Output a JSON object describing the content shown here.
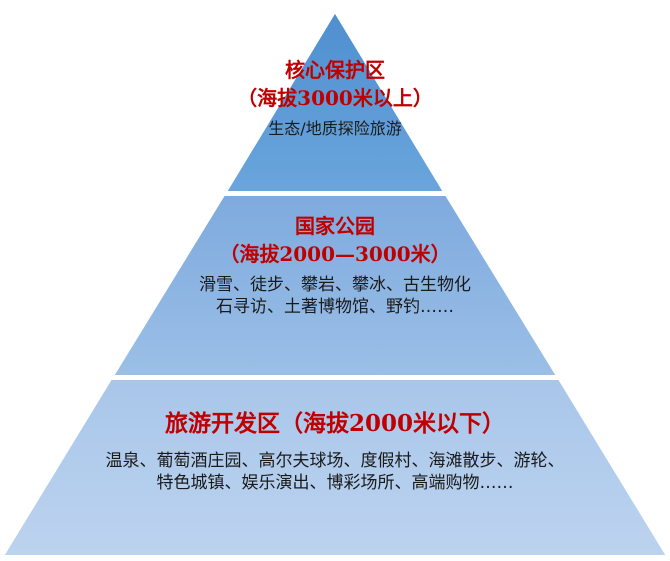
{
  "colors": {
    "tier1_fill": "#5b9bd5",
    "tier2_fill": "#8db4e2",
    "tier3_fill": "#b4cbe9",
    "title_color": "#c00000"
  },
  "tiers": [
    {
      "title": "核心保护区",
      "subtitle": "（海拔3000米以上）",
      "description": "生态/地质探险旅游"
    },
    {
      "title": "国家公园",
      "subtitle": "（海拔2000—3000米）",
      "description": "滑雪、徒步、攀岩、攀冰、古生物化石寻访、土著博物馆、野钓……"
    },
    {
      "title": "旅游开发区（海拔2000米以下）",
      "description": "温泉、葡萄酒庄园、高尔夫球场、度假村、海滩散步、游轮、特色城镇、娱乐演出、博彩场所、高端购物……"
    }
  ]
}
